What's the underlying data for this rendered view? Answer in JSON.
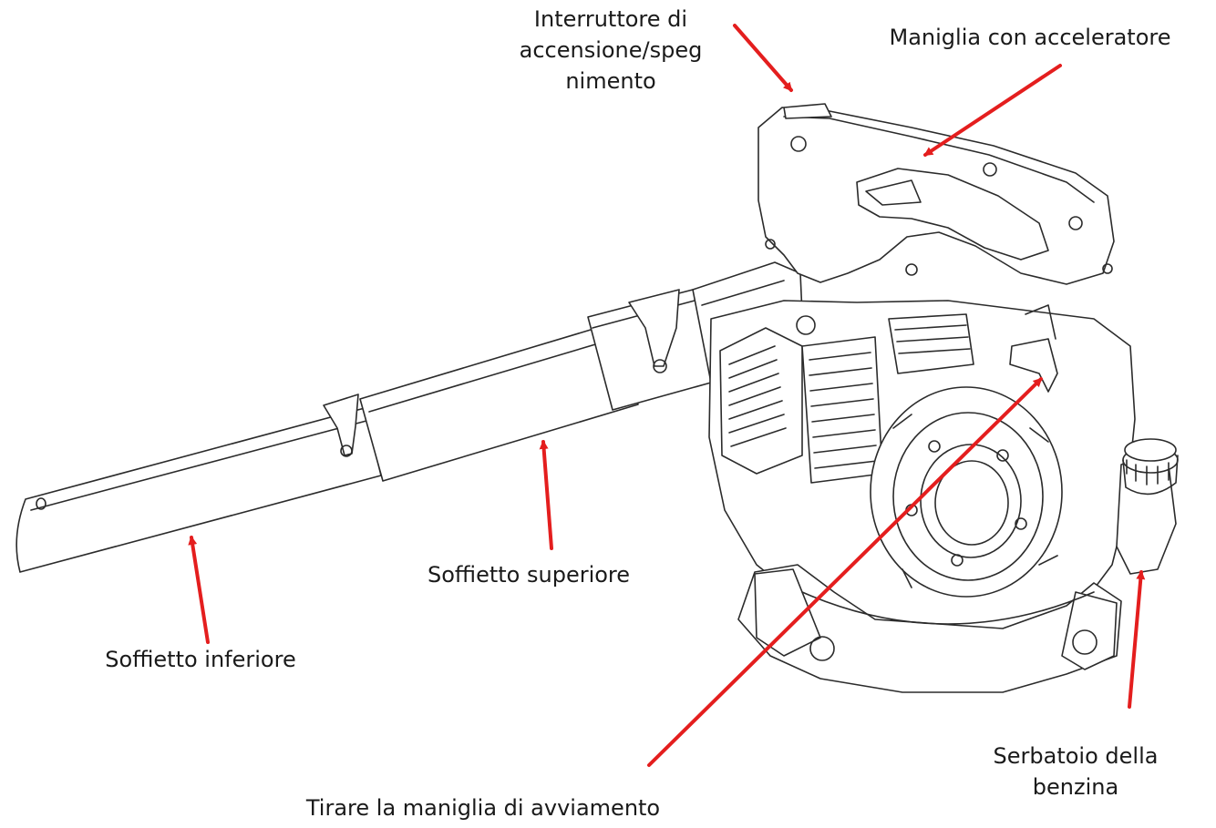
{
  "labels": {
    "power_switch": [
      "Interruttore di",
      "accensione/speg",
      "nimento"
    ],
    "throttle_handle": "Maniglia con acceleratore",
    "upper_blower_tube": "Soffietto superiore",
    "lower_blower_tube": "Soffietto inferiore",
    "starter_handle": "Tirare la maniglia di avviamento",
    "fuel_tank": [
      "Serbatoio della",
      "benzina"
    ]
  },
  "colors": {
    "arrow": "#e41e1e",
    "line_art": "#2b2b2b",
    "background": "#ffffff"
  }
}
